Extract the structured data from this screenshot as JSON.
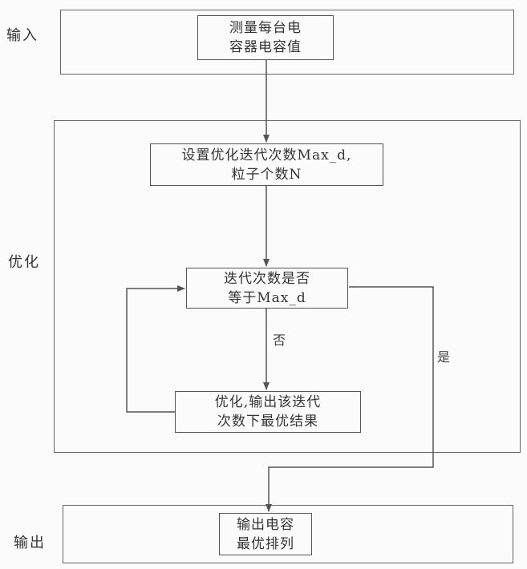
{
  "sections": {
    "input_label": "输入",
    "optimize_label": "优化",
    "output_label": "输出"
  },
  "nodes": {
    "measure": {
      "line1": "测量每台电",
      "line2": "容器电容值"
    },
    "setup": {
      "line1": "设置优化迭代次数Max_d,",
      "line2": "粒子个数N"
    },
    "check": {
      "line1": "迭代次数是否",
      "line2": "等于Max_d"
    },
    "optimize": {
      "line1": "优化,输出该迭代",
      "line2": "次数下最优结果"
    },
    "result": {
      "line1": "输出电容",
      "line2": "最优排列"
    }
  },
  "edges": {
    "no_label": "否",
    "yes_label": "是"
  },
  "colors": {
    "line": "#555555",
    "background": "#fbfbfb"
  }
}
